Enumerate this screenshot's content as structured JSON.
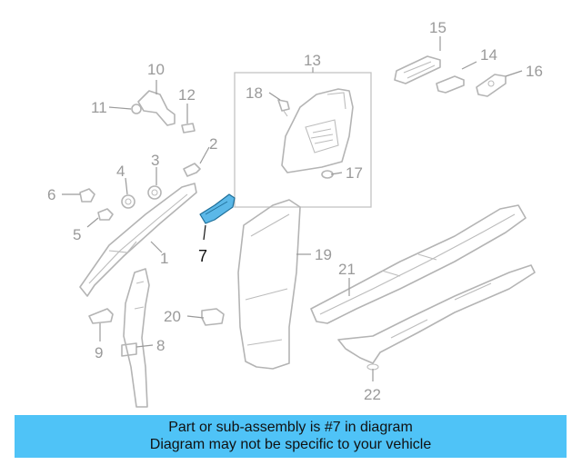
{
  "diagram": {
    "labels": {
      "p1": "1",
      "p2": "2",
      "p3": "3",
      "p4": "4",
      "p5": "5",
      "p6": "6",
      "p7": "7",
      "p8": "8",
      "p9": "9",
      "p10": "10",
      "p11": "11",
      "p12": "12",
      "p13": "13",
      "p14": "14",
      "p15": "15",
      "p16": "16",
      "p17": "17",
      "p18": "18",
      "p19": "19",
      "p20": "20",
      "p21": "21",
      "p22": "22"
    },
    "highlight_part": "7",
    "highlight_color": "#5bb8e8",
    "line_color": "#b4b4b4"
  },
  "banner": {
    "line1": "Part or sub-assembly is #7 in diagram",
    "line2": "Diagram may not be specific to your vehicle",
    "background": "#4fc3f7"
  }
}
